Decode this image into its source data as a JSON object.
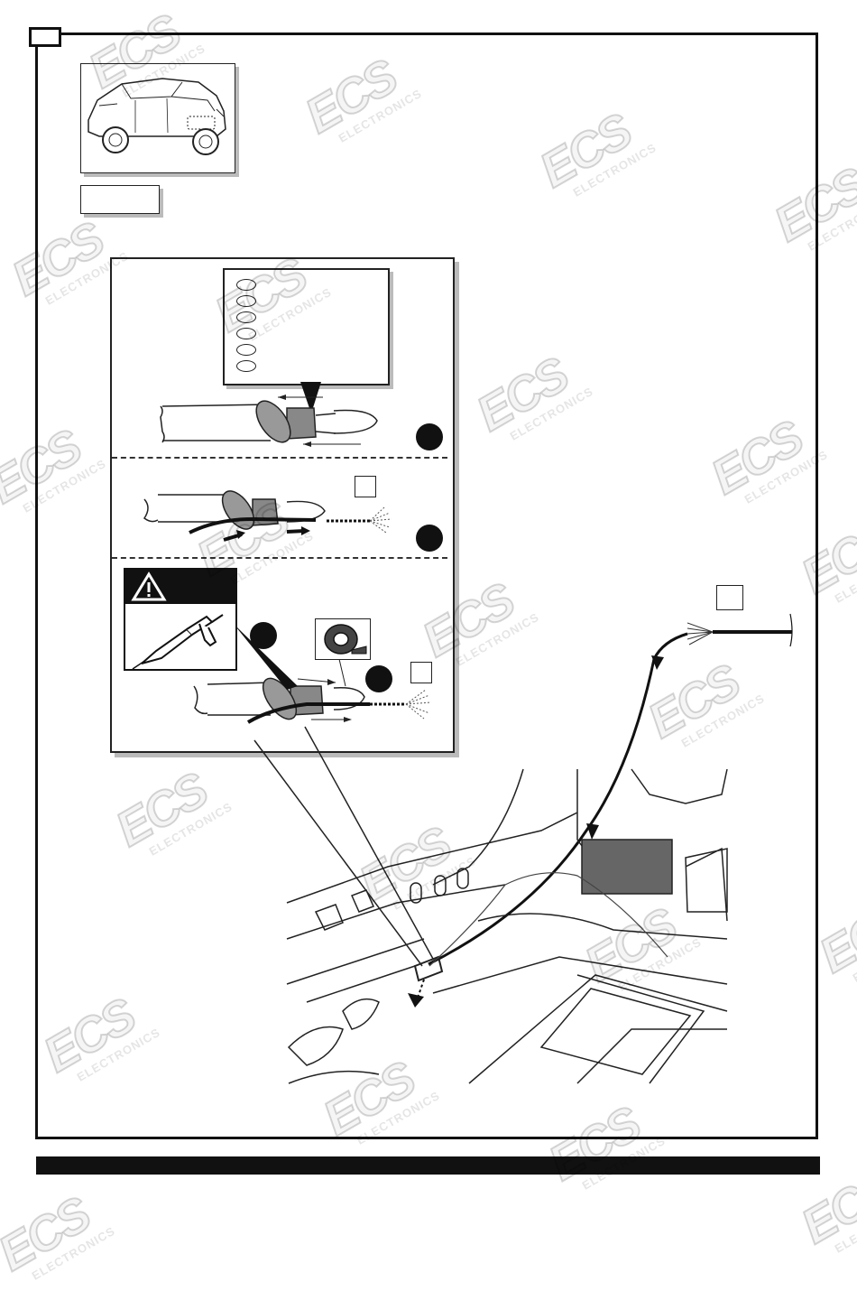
{
  "document": {
    "step_number": "",
    "watermark": {
      "logo": "ECS",
      "subtitle": "ELECTRONICS",
      "instances": 22
    },
    "illustrations": {
      "car_thumbnail": "car-rear-three-quarter",
      "detail_panel": "grommet-cable-routing",
      "overview": "luggage-compartment-floor-cable-route"
    },
    "icons": {
      "warning": "warning-triangle-icon",
      "sealant": "sealant-gun-icon",
      "tape": "insulation-tape-icon",
      "spray": "spray-icon"
    },
    "colors": {
      "frame": "#111111",
      "watermark": "#000000"
    }
  }
}
